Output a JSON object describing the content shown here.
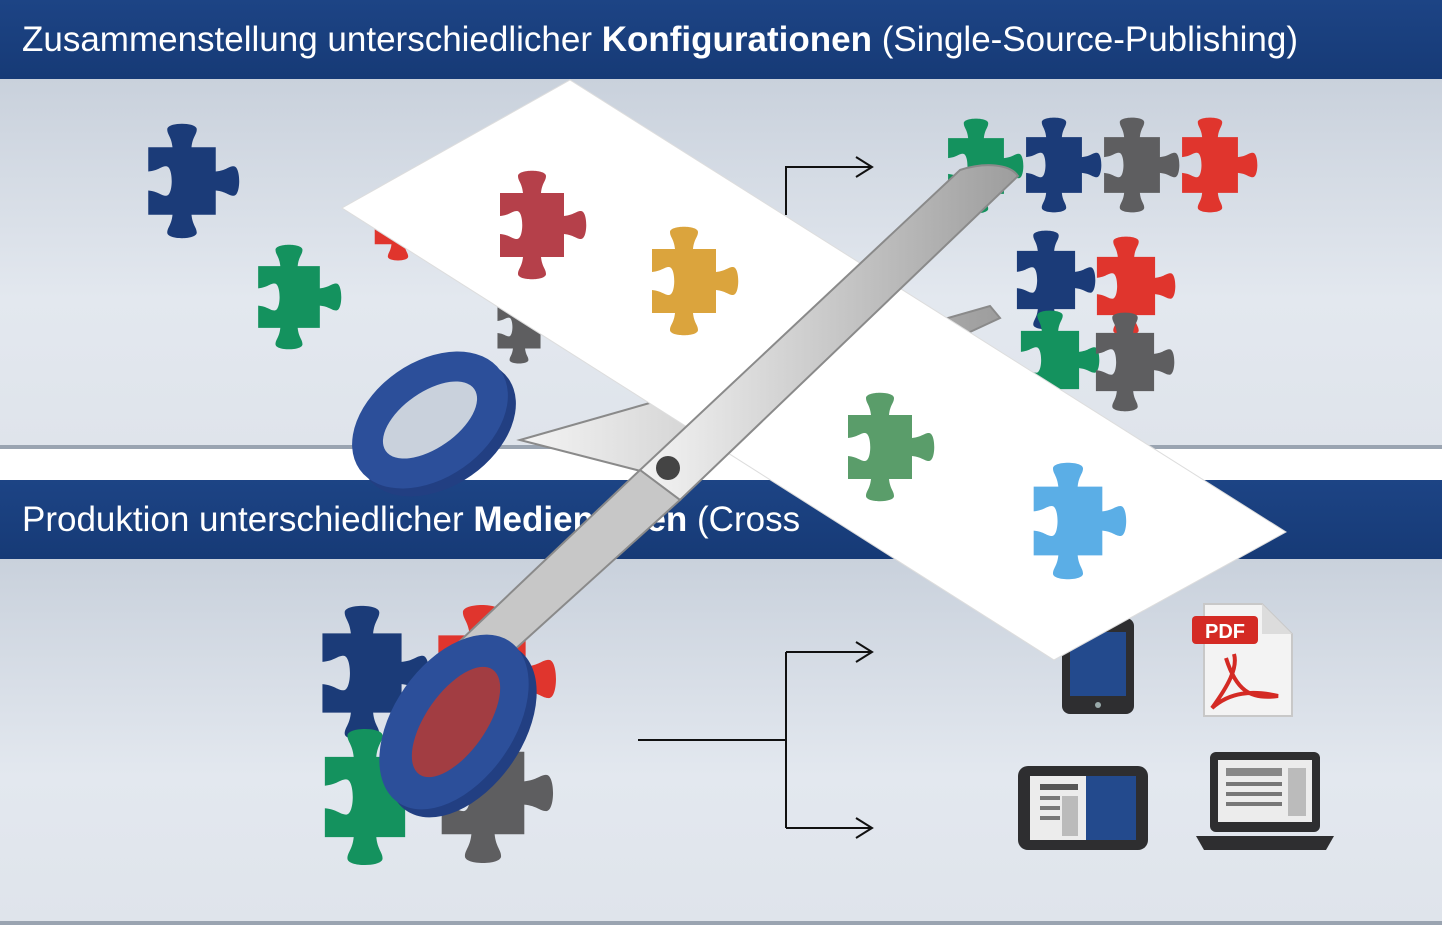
{
  "top_banner": {
    "prefix": "Zusammenstellung unterschiedlicher ",
    "bold": "Konfigurationen",
    "suffix": " (Single-Source-Publishing)"
  },
  "bottom_banner": {
    "prefix": "Produktion unterschiedlicher ",
    "bold": "Medientypen",
    "suffix": " (Cross"
  },
  "pdf_icon_label": "PDF",
  "colors": {
    "banner": "#1d4485",
    "navy": "#1b3b78",
    "green": "#14925e",
    "gray": "#5e5e60",
    "red": "#e0352d",
    "paper_red": "#b5404a",
    "paper_yellow": "#dba43d",
    "paper_green": "#5a9d6a",
    "paper_blue": "#5baee6",
    "scissor_handle": "#2c4f9a"
  }
}
